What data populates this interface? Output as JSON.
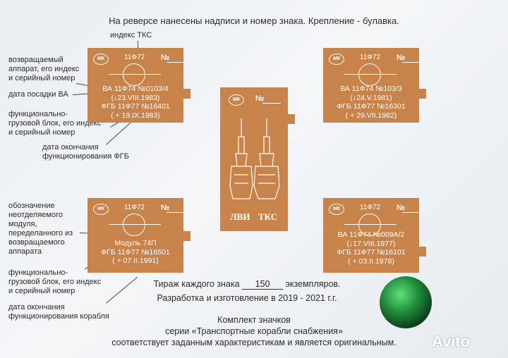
{
  "header": "На реверсе нанесены надписи и номер знака. Крепление - булавка.",
  "callouts": {
    "index_tks": "индекс ТКС",
    "returned_apparatus": [
      "возвращаемый",
      "аппарат, его индекс",
      "и серийный номер"
    ],
    "landing_date": "дата посадки ВА",
    "fgb": [
      "функционально-",
      "грузовой блок, его индекс",
      "и серийный номер"
    ],
    "fgb_end": [
      "дата окончания",
      "функционирования ФГБ"
    ],
    "module_desc": [
      "обозначение",
      "неотделяемого",
      "модуля,",
      "переделанного из",
      "возвращаемого",
      "аппарата"
    ],
    "fgb2": [
      "функционально-",
      "грузовой блок, его индекс",
      "и серийный номер"
    ],
    "ship_end": [
      "дата окончания",
      "функционирования корабля"
    ]
  },
  "badges": {
    "logo": "МК",
    "index": "11Ф72",
    "number_label": "№",
    "top_left": [
      "ВА 11Ф74 №0103/4",
      "(↓23.VIII.1983)",
      "ФГБ 11Ф77 №16401",
      "( + 19.IX.1983)"
    ],
    "top_right": [
      "ВА 11Ф74 №103/3",
      "(↓24.V.1981)",
      "ФГБ 11Ф77 №16301",
      "( + 29.VII.1982)"
    ],
    "bottom_left": [
      "Модуль 74П",
      "ФГБ 11Ф77 №16501",
      "( + 07.II.1991)"
    ],
    "bottom_right": [
      "ВА 11Ф74 №009А/2",
      "(↓17.VIII.1977)",
      "ФГБ 11Ф77 №16101",
      "( + 03.II.1978)"
    ],
    "center_labels": [
      "ЛВИ",
      "ТКС"
    ]
  },
  "footer": {
    "edition_prefix": "Тираж каждого знака",
    "edition_value": "150",
    "edition_suffix": "экземпляров.",
    "development": "Разработка и изготовление в 2019 - 2021 г.г.",
    "set_line1": "Комплект значков",
    "set_line2": "серии «Транспортные корабли снабжения»",
    "set_line3": "соответствует заданным характеристикам  и является оригинальным."
  },
  "watermark": "Avito",
  "colors": {
    "badge": "#c8834a",
    "background": "#eef2f5",
    "hologram": "#1f8a3a"
  }
}
